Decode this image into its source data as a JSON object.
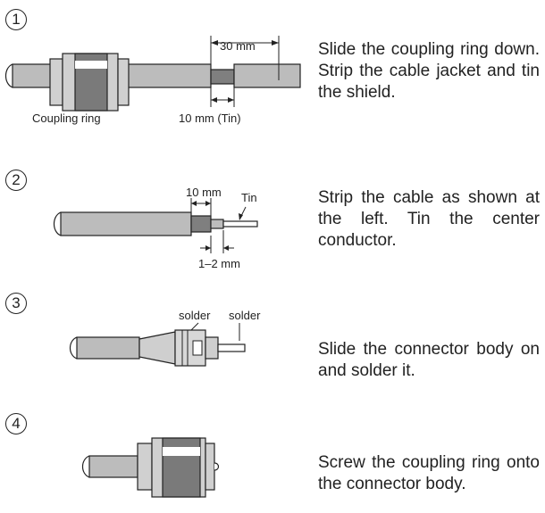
{
  "steps": [
    {
      "number": "1",
      "labels": {
        "dim_top": "30 mm",
        "dim_bottom": "10 mm (Tin)",
        "part": "Coupling ring"
      },
      "text": "Slide the coupling ring down. Strip the cable jacket and tin the shield."
    },
    {
      "number": "2",
      "labels": {
        "dim_top": "10 mm",
        "tin": "Tin",
        "dim_bottom": "1–2 mm"
      },
      "text": "Strip the cable as shown at the left. Tin the center conductor."
    },
    {
      "number": "3",
      "labels": {
        "solder_a": "solder",
        "solder_b": "solder"
      },
      "text": "Slide the connector body on and solder it."
    },
    {
      "number": "4",
      "text": "Screw the coupling ring onto the connector body."
    }
  ]
}
